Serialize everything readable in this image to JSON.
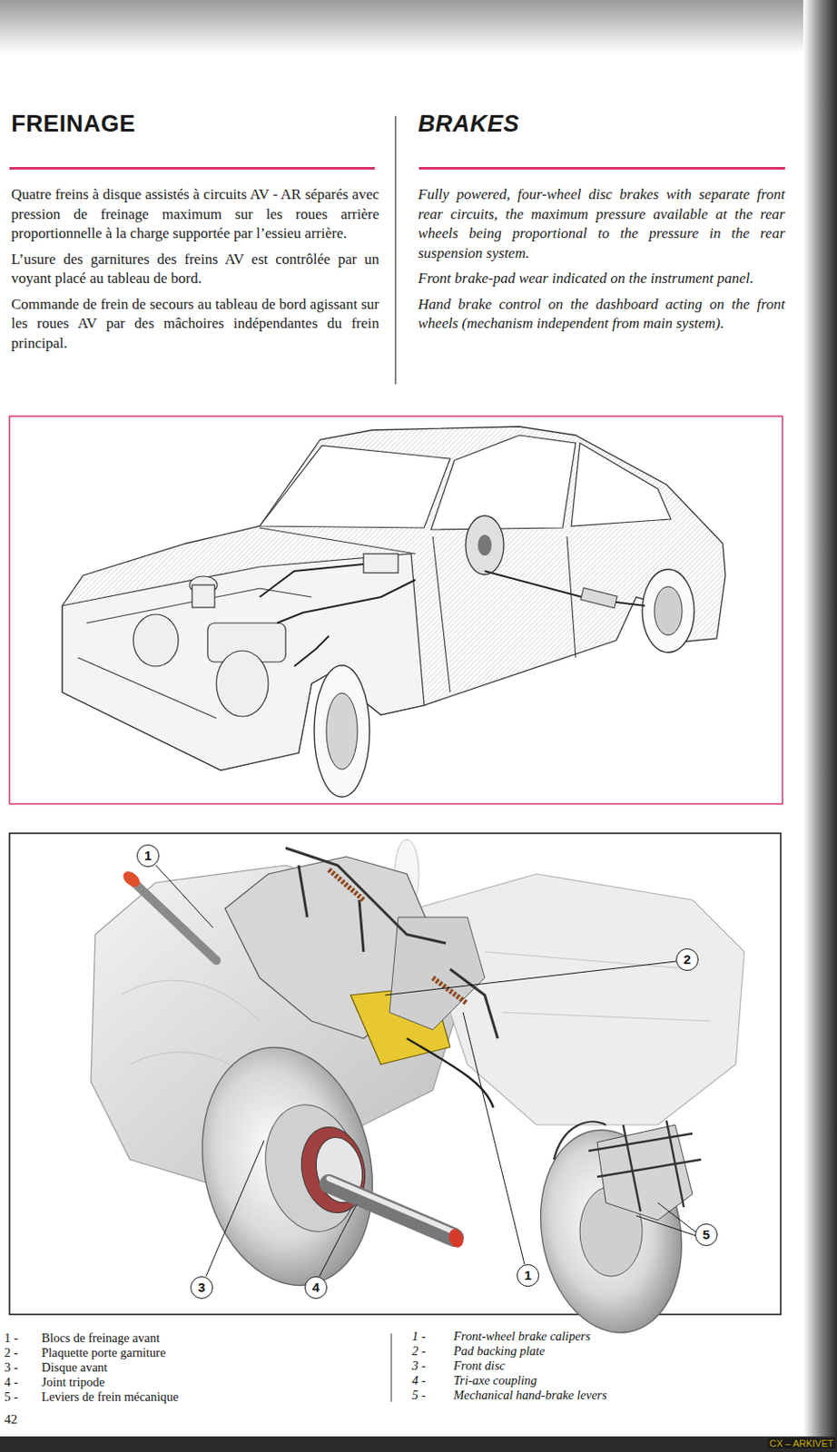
{
  "diagram": {
    "title": "FREINAGE",
    "labels": [
      "BRAKES",
      "Quatre freins à disque assistés à circuits AV - AR séparés avec pression de freinage maximum sur les roues arrière proportionnelle à la charge supportée par l’essieu arrière.",
      "L’usure des garnitures des freins AV est contrôlée par un voyant placé au tableau de bord.",
      "Commande de frein de secours au tableau de bord agissant sur les roues AV par des mâchoires indépendantes du frein principal.",
      "Fully powered, four-wheel disc brakes with separate front rear circuits, the maximum pressure available at the rear wheels being proportional to the pressure in the rear suspension system.",
      "Front brake-pad wear indicated on the instrument panel.",
      "Hand brake control on the dashboard acting on the front wheels (mechanism independent from main system).",
      "1",
      "2",
      "3",
      "4",
      "1",
      "5",
      "1 -",
      "Blocs de freinage avant",
      "2 -",
      "Plaquette porte garniture",
      "3 -",
      "Disque avant",
      "4 -",
      "Joint tripode",
      "5 -",
      "Leviers de frein mécanique",
      "1 -",
      "Front-wheel brake calipers",
      "2 -",
      "Pad backing plate",
      "3 -",
      "Front disc",
      "4 -",
      "Tri-axe coupling",
      "5 -",
      "Mechanical hand-brake levers",
      "42",
      "CX – ARKIVET"
    ]
  }
}
